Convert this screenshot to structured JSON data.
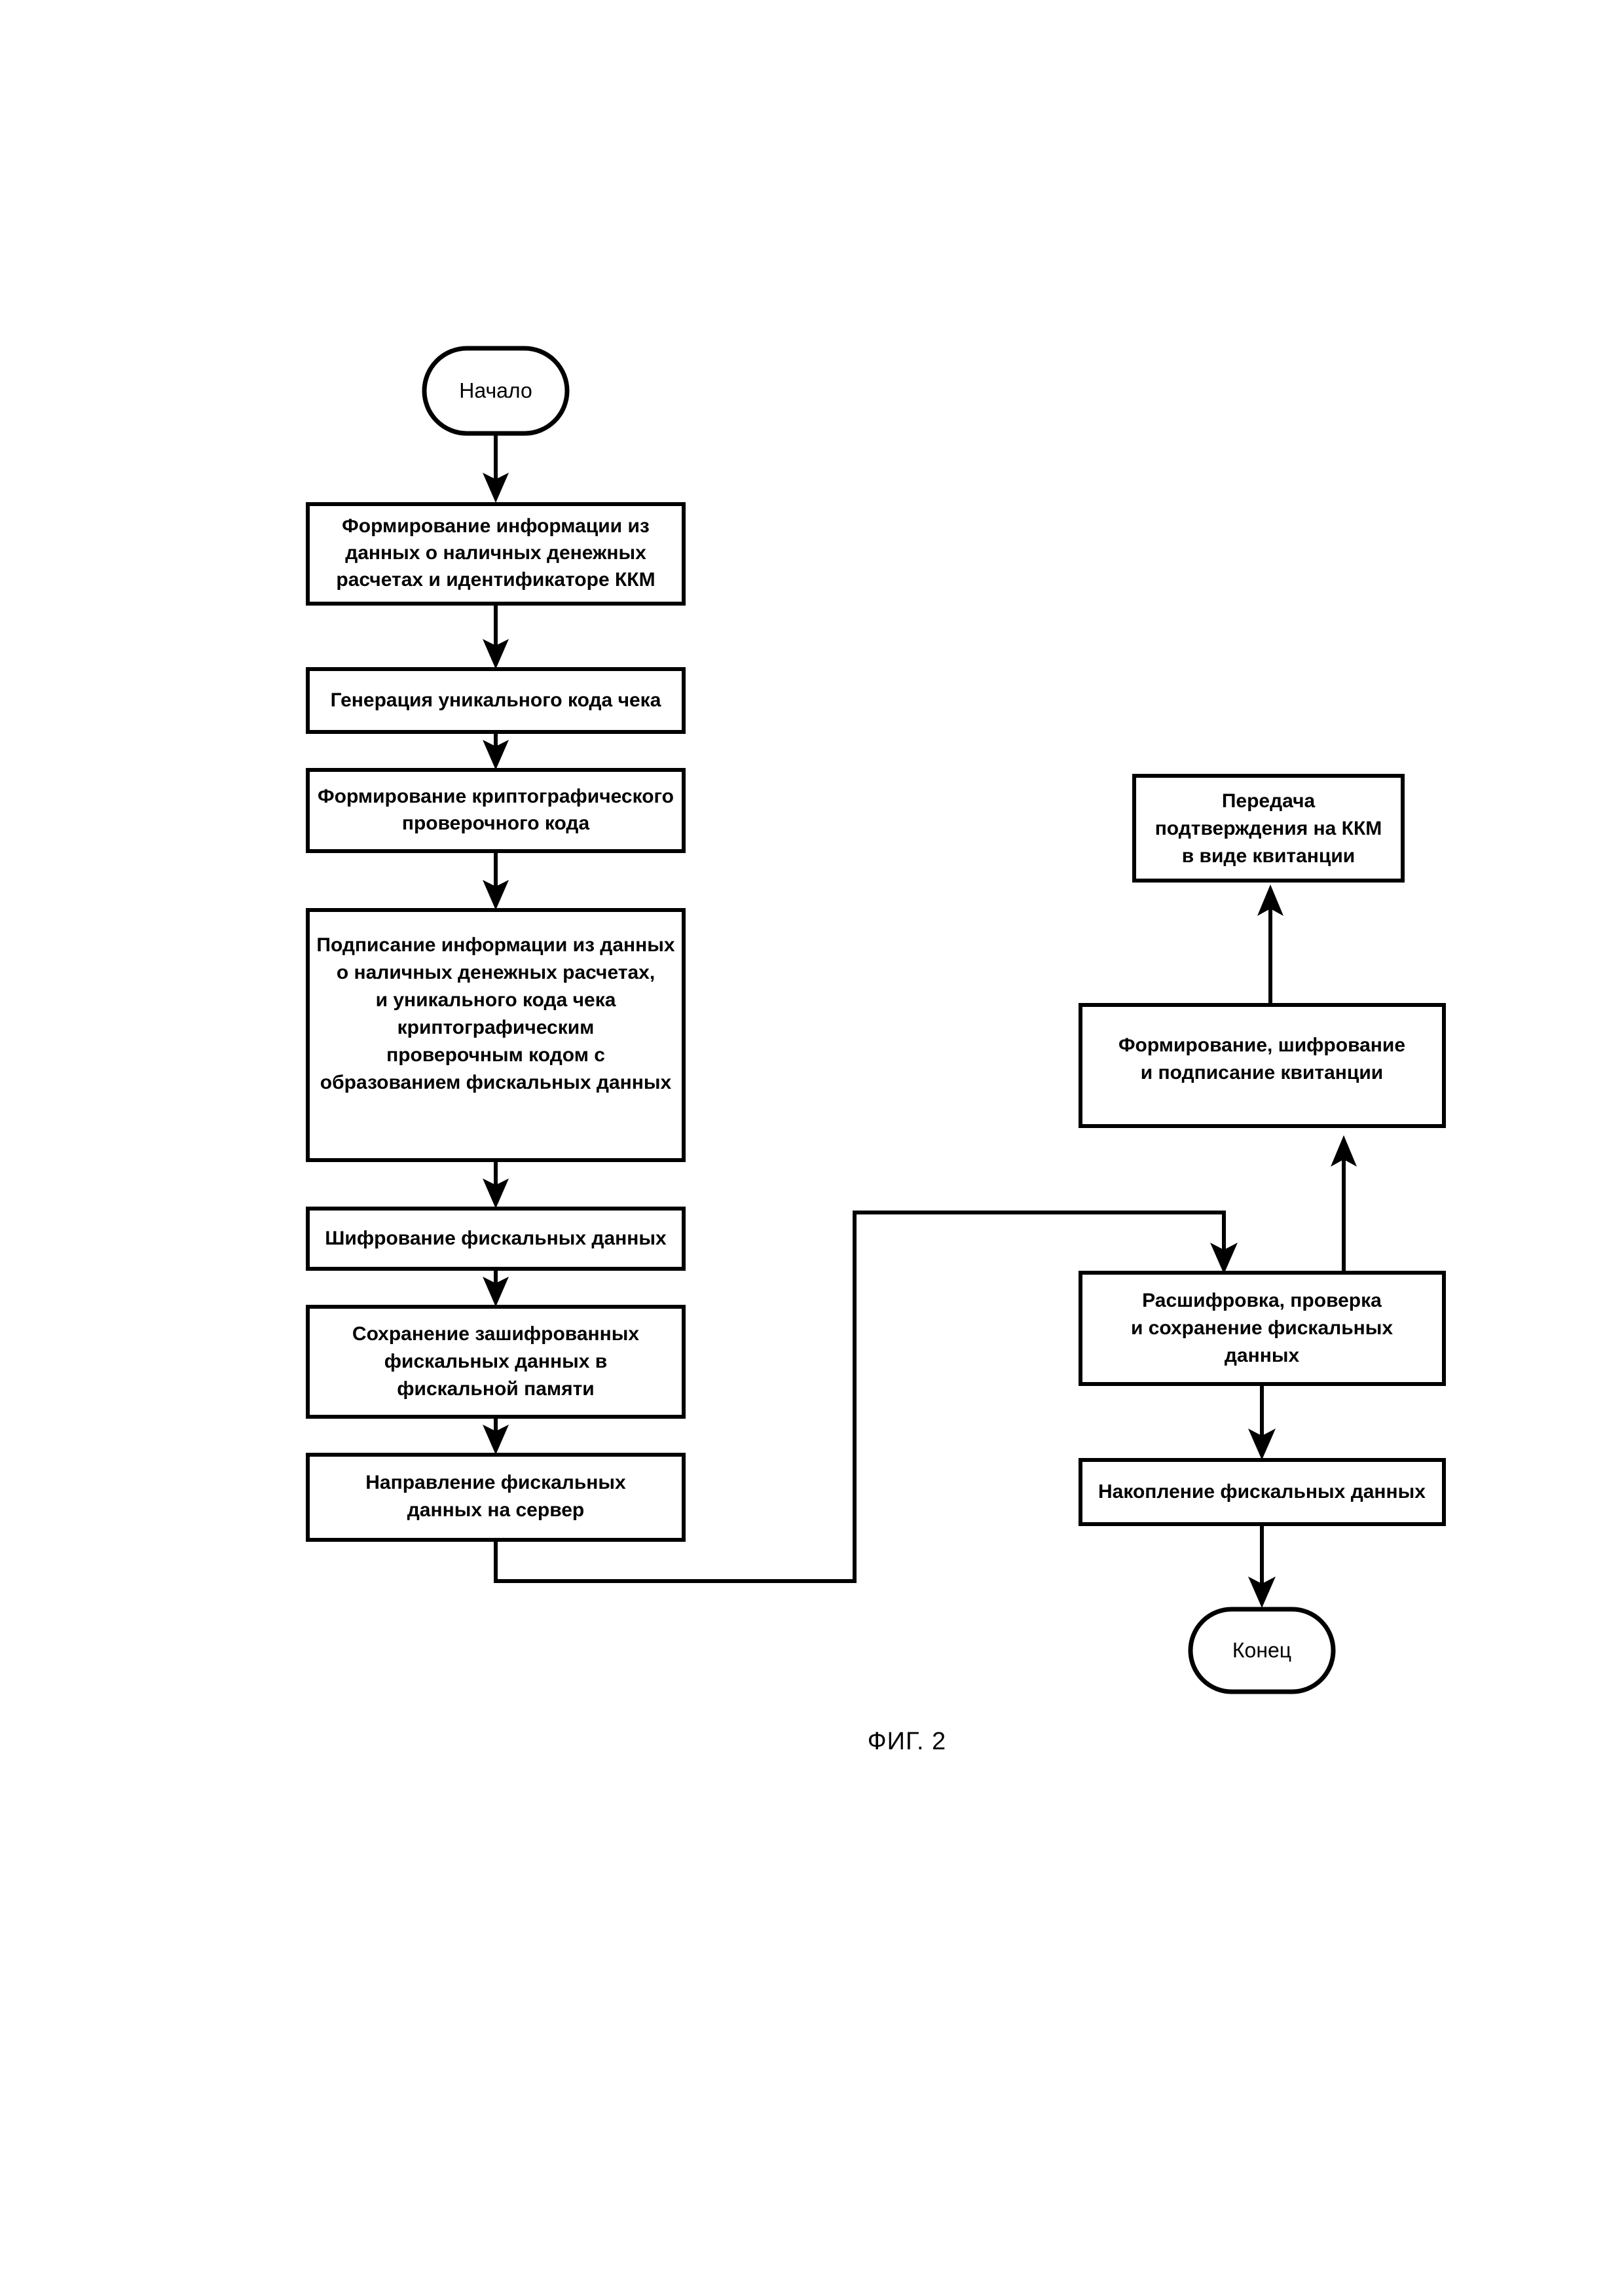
{
  "figure": {
    "caption": "ФИГ. 2",
    "language": "ru",
    "diagram_type": "flowchart"
  },
  "flowchart": {
    "start_node": {
      "label": "Начало"
    },
    "end_node": {
      "label": "Конец"
    },
    "left_column": [
      {
        "id": "form-info",
        "lines": [
          "Формирование информации из",
          "данных о наличных денежных",
          "расчетах и идентификаторе ККМ"
        ]
      },
      {
        "id": "generate-code",
        "lines": [
          "Генерация уникального кода чека"
        ]
      },
      {
        "id": "form-crypto-code",
        "lines": [
          "Формирование криптографического",
          "проверочного кода"
        ]
      },
      {
        "id": "sign-info",
        "lines": [
          "Подписание информации из данных",
          "о наличных денежных расчетах,",
          "и уникального кода чека",
          "криптографическим",
          "проверочным кодом с",
          "образованием фискальных данных"
        ]
      },
      {
        "id": "encrypt-fiscal",
        "lines": [
          "Шифрование фискальных данных"
        ]
      },
      {
        "id": "save-encrypted",
        "lines": [
          "Сохранение зашифрованных",
          "фискальных данных в",
          "фискальной памяти"
        ]
      },
      {
        "id": "send-to-server",
        "lines": [
          "Направление фискальных",
          "данных на сервер"
        ]
      }
    ],
    "right_column": [
      {
        "id": "transmit-confirmation",
        "lines": [
          "Передача",
          "подтверждения на ККМ",
          "в виде квитанции"
        ]
      },
      {
        "id": "form-encrypt-sign-receipt",
        "lines": [
          "Формирование, шифрование",
          "и подписание квитанции"
        ]
      },
      {
        "id": "decrypt-verify-store",
        "lines": [
          "Расшифровка, проверка",
          "и сохранение фискальных",
          "данных"
        ]
      },
      {
        "id": "accumulate-fiscal",
        "lines": [
          "Накопление фискальных данных"
        ]
      }
    ]
  },
  "colors": {
    "stroke": "#000000",
    "fill": "#ffffff",
    "background": "#ffffff"
  }
}
